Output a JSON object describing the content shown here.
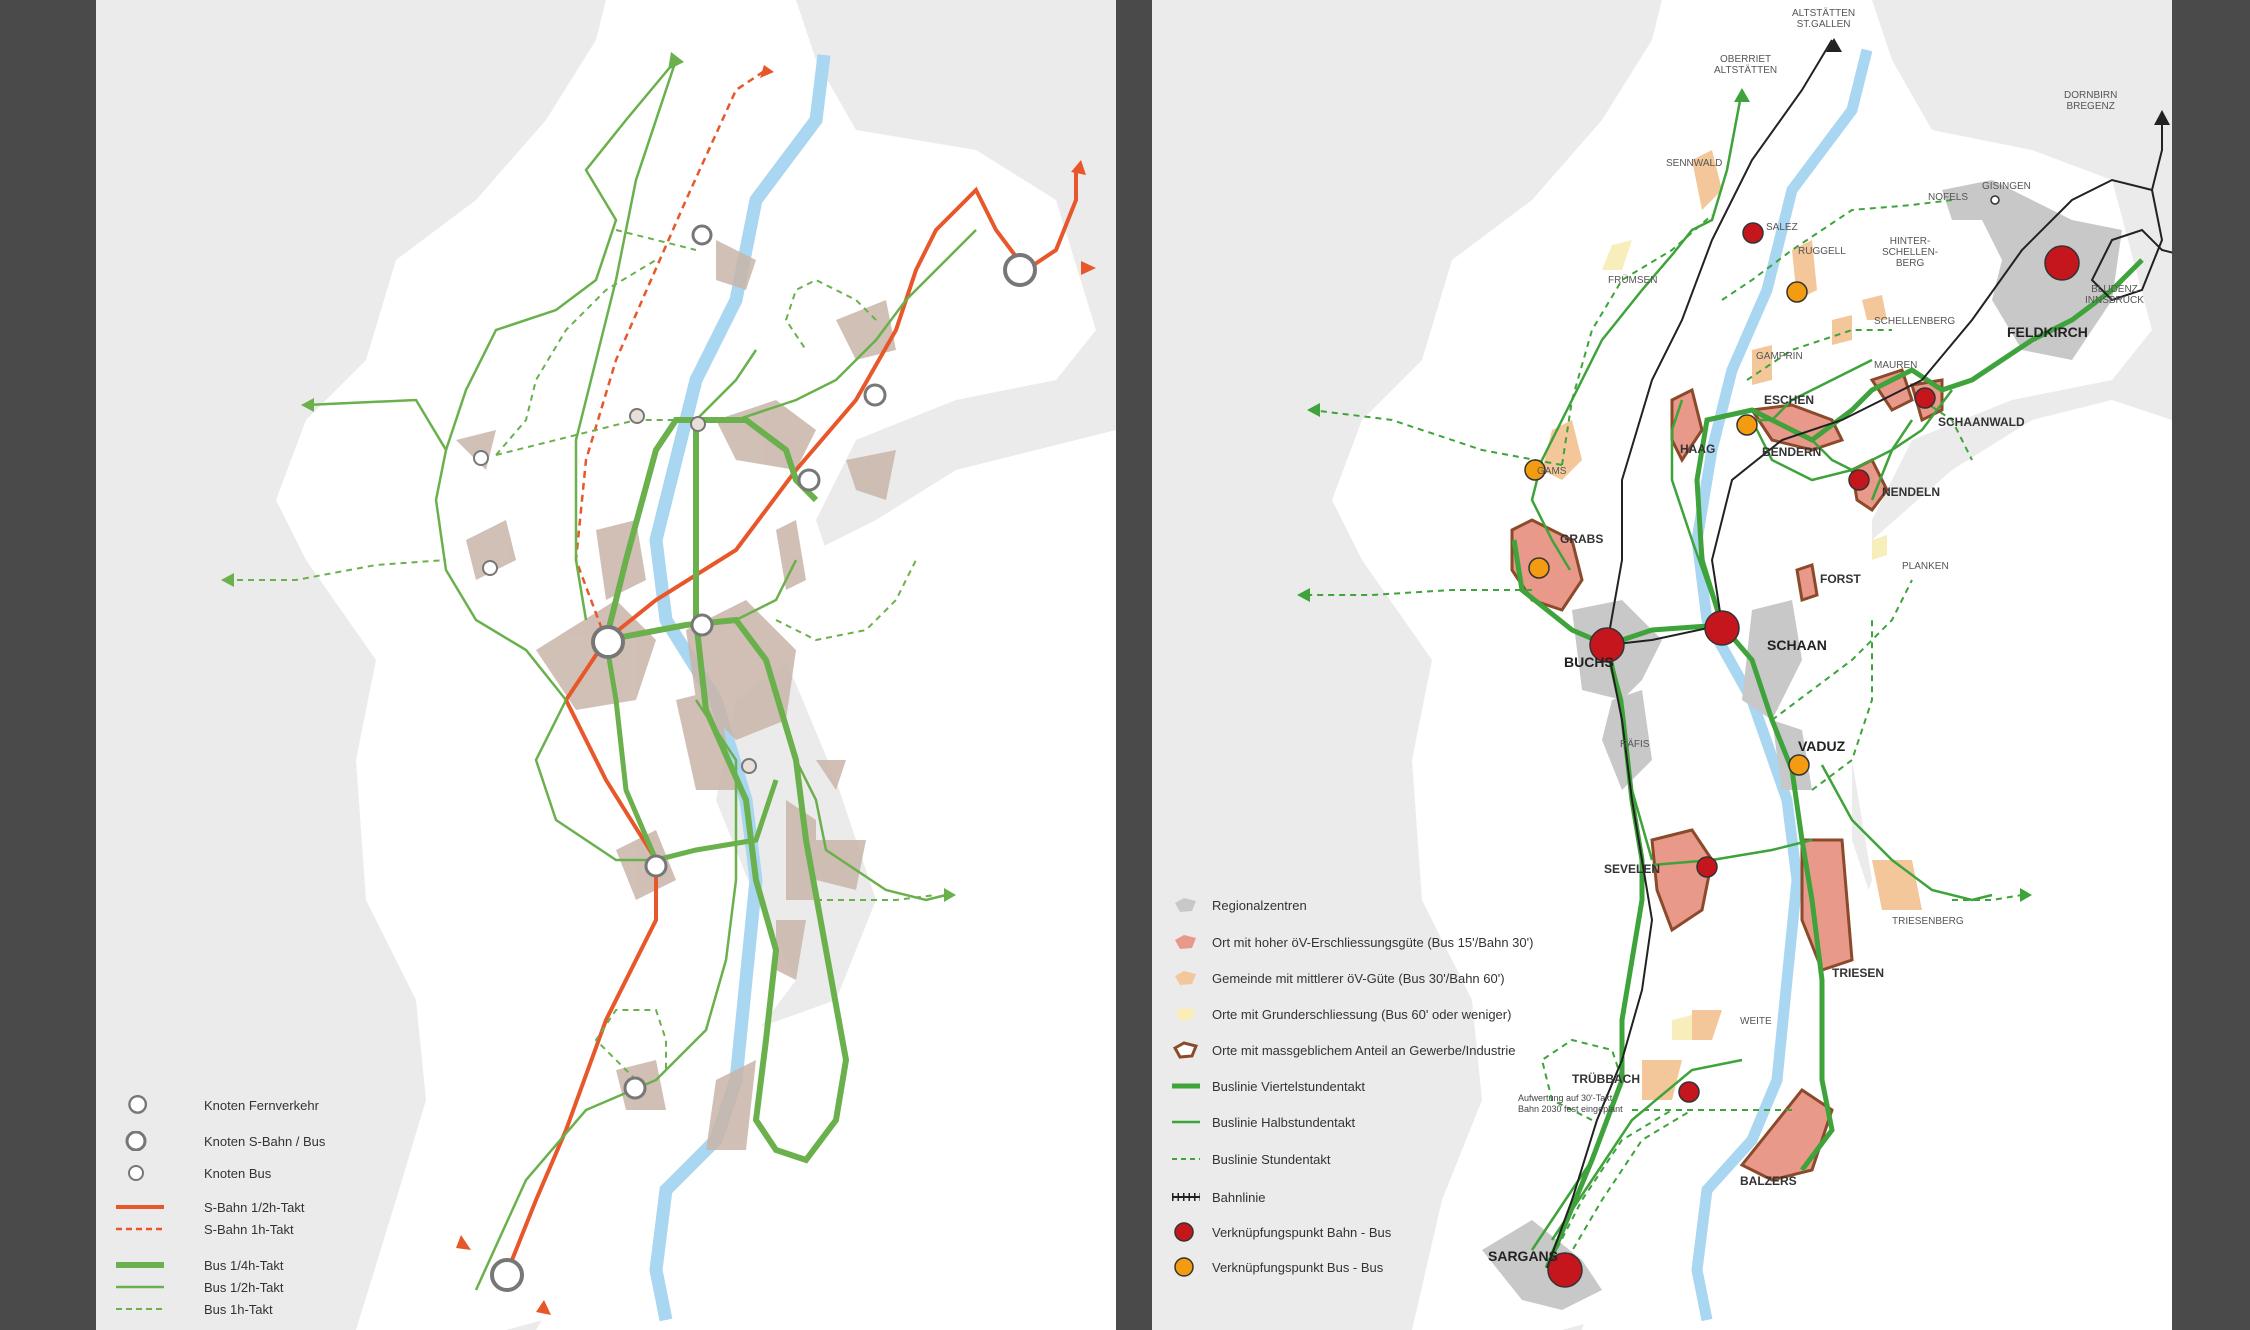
{
  "left_legend": {
    "items": [
      {
        "key": "fern",
        "label": "Knoten Fernverkehr"
      },
      {
        "key": "sbahn_node",
        "label": "Knoten S-Bahn / Bus"
      },
      {
        "key": "bus_node",
        "label": "Knoten Bus"
      },
      {
        "key": "sbahn_half",
        "label": "S-Bahn 1/2h-Takt"
      },
      {
        "key": "sbahn_1h",
        "label": "S-Bahn 1h-Takt"
      },
      {
        "key": "bus_quarter",
        "label": "Bus 1/4h-Takt"
      },
      {
        "key": "bus_half",
        "label": "Bus 1/2h-Takt"
      },
      {
        "key": "bus_1h",
        "label": "Bus 1h-Takt"
      }
    ]
  },
  "right_legend": {
    "items": [
      {
        "key": "regional",
        "label": "Regionalzentren"
      },
      {
        "key": "high",
        "label": "Ort mit hoher öV-Erschliessungsgüte (Bus 15'/Bahn 30')"
      },
      {
        "key": "medium",
        "label": "Gemeinde mit mittlerer öV-Güte (Bus 30'/Bahn 60')"
      },
      {
        "key": "basic",
        "label": "Orte mit Grunderschliessung (Bus 60' oder weniger)"
      },
      {
        "key": "industry",
        "label": "Orte mit massgeblichem Anteil an Gewerbe/Industrie"
      },
      {
        "key": "bus_quarter",
        "label": "Buslinie Viertelstundentakt"
      },
      {
        "key": "bus_half",
        "label": "Buslinie Halbstundentakt"
      },
      {
        "key": "bus_hour",
        "label": "Buslinie Stundentakt"
      },
      {
        "key": "rail",
        "label": "Bahnlinie"
      },
      {
        "key": "hub_rail",
        "label": "Verknüpfungspunkt Bahn - Bus"
      },
      {
        "key": "hub_bus",
        "label": "Verknüpfungspunkt Bus - Bus"
      }
    ]
  },
  "places": {
    "altstaetten_stgallen": "ALTSTÄTTEN\nST.GALLEN",
    "oberriet": "OBERRIET\nALTSTÄTTEN",
    "dornbirn": "DORNBIRN\nBREGENZ",
    "gisingen": "GISINGEN",
    "nofels": "NOFELS",
    "sennwald": "SENNWALD",
    "salez": "SALEZ",
    "ruggell": "RUGGELL",
    "hinterschellenberg": "HINTER-\nSCHELLEN-\nBERG",
    "fruemsen": "FRÜMSEN",
    "bludenz": "BLUDENZ\nINNSBRUCK",
    "feldkirch": "FELDKIRCH",
    "schellenberg": "SCHELLENBERG",
    "gamprin": "GAMPRIN",
    "mauren": "MAUREN",
    "eschen": "ESCHEN",
    "schaanwald": "SCHAANWALD",
    "haag": "HAAG",
    "bendern": "BENDERN",
    "gams": "GAMS",
    "nendeln": "NENDELN",
    "grabs": "GRABS",
    "planken": "PLANKEN",
    "forst": "FORST",
    "buchs": "BUCHS",
    "schaan": "SCHAAN",
    "vaduz": "VADUZ",
    "raefis": "RÄFIS",
    "sevelen": "SEVELEN",
    "triesenberg": "TRIESENBERG",
    "triesen": "TRIESEN",
    "weite": "WEITE",
    "truebbach": "TRÜBBACH",
    "truebbach_note": "Aufwertung auf 30'-Takt\nBahn 2030 fest eingeplant",
    "balzers": "BALZERS",
    "sargans": "SARGANS"
  },
  "colors": {
    "sbahn": "#e8572a",
    "bus": "#6ab04c",
    "bus_dark": "#3da33a",
    "river": "#a9d6f0",
    "valley": "#ebebeb",
    "settlement": "#c9b5a9",
    "regional": "#c8c8c8",
    "high": "#e8998a",
    "medium": "#f3c79a",
    "basic": "#f8eebc",
    "industry": "#8b4a2a",
    "hub_rail": "#c4161c",
    "hub_bus": "#f39c12",
    "node": "#777777"
  }
}
